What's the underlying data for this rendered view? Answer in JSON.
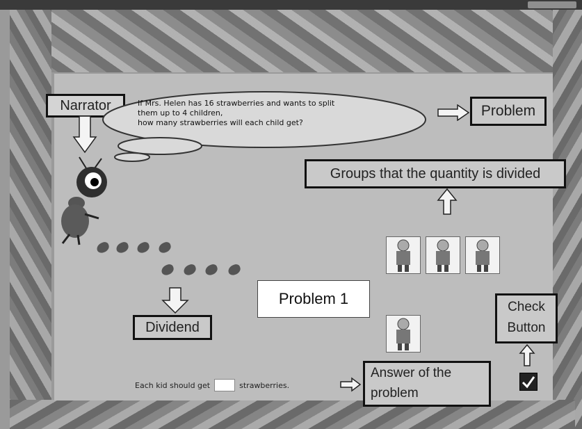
{
  "labels": {
    "narrator": "Narrator",
    "problem": "Problem",
    "groups": "Groups that the quantity is divided",
    "dividend": "Dividend",
    "problem_title": "Problem 1",
    "check_button": "Check\nButton",
    "answer": "Answer of the\nproblem"
  },
  "speech": {
    "line1": "If Mrs. Helen has 16 strawberries and wants to split",
    "line2": "them up to 4 children,",
    "line3": "how many strawberries will each child get?"
  },
  "answer_row": {
    "prefix": "Each kid should get",
    "input_value": "",
    "suffix": "strawberries."
  },
  "counts": {
    "strawberries_row1": 4,
    "strawberries_row2": 4,
    "children": 4
  },
  "check_state": "checked"
}
